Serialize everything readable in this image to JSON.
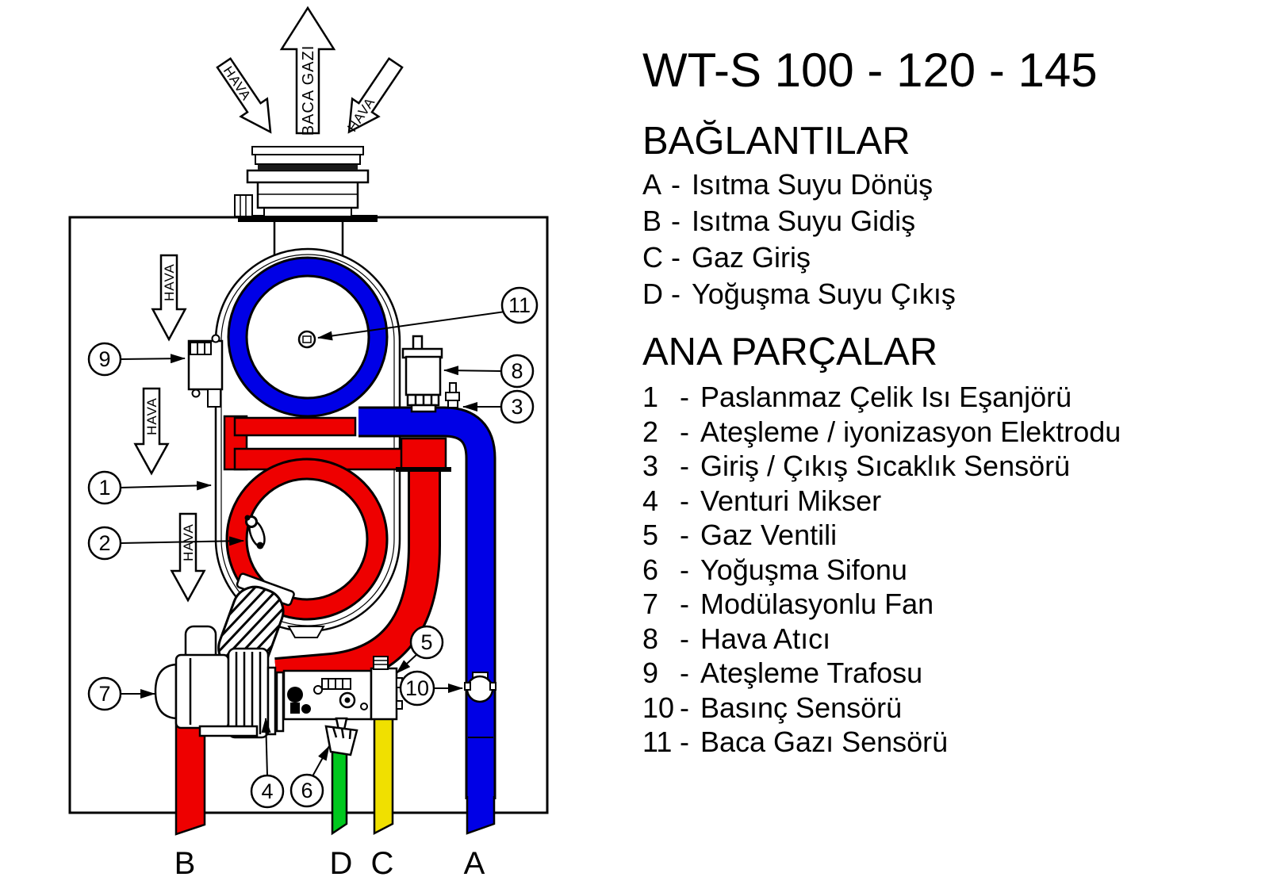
{
  "title": "WT-S 100 - 120 - 145",
  "separator": "-",
  "connections": {
    "heading": "BAĞLANTILAR",
    "items": [
      {
        "key": "A",
        "label": "Isıtma Suyu Dönüş"
      },
      {
        "key": "B",
        "label": "Isıtma Suyu Gidiş"
      },
      {
        "key": "C",
        "label": "Gaz Giriş"
      },
      {
        "key": "D",
        "label": "Yoğuşma Suyu Çıkış"
      }
    ]
  },
  "parts": {
    "heading": "ANA PARÇALAR",
    "items": [
      {
        "num": "1",
        "label": "Paslanmaz Çelik Isı Eşanjörü"
      },
      {
        "num": "2",
        "label": "Ateşleme / iyonizasyon Elektrodu"
      },
      {
        "num": "3",
        "label": "Giriş / Çıkış Sıcaklık Sensörü"
      },
      {
        "num": "4",
        "label": "Venturi Mikser"
      },
      {
        "num": "5",
        "label": "Gaz Ventili"
      },
      {
        "num": "6",
        "label": "Yoğuşma Sifonu"
      },
      {
        "num": "7",
        "label": "Modülasyonlu Fan"
      },
      {
        "num": "8",
        "label": "Hava Atıcı"
      },
      {
        "num": "9",
        "label": "Ateşleme Trafosu"
      },
      {
        "num": "10",
        "label": "Basınç Sensörü"
      },
      {
        "num": "11",
        "label": "Baca Gazı Sensörü"
      }
    ]
  },
  "diagram": {
    "flow_labels": {
      "flue_gas": "BACA GAZI",
      "air": "HAVA"
    },
    "callouts": [
      "1",
      "2",
      "3",
      "4",
      "5",
      "6",
      "7",
      "8",
      "9",
      "10",
      "11"
    ],
    "pipe_labels": {
      "b": "B",
      "d": "D",
      "c": "C",
      "a": "A"
    },
    "colors": {
      "hot_water": "#ee0000",
      "return_water": "#0000e6",
      "gas": "#f0e000",
      "condensate": "#00c81e",
      "line": "#000000"
    }
  }
}
